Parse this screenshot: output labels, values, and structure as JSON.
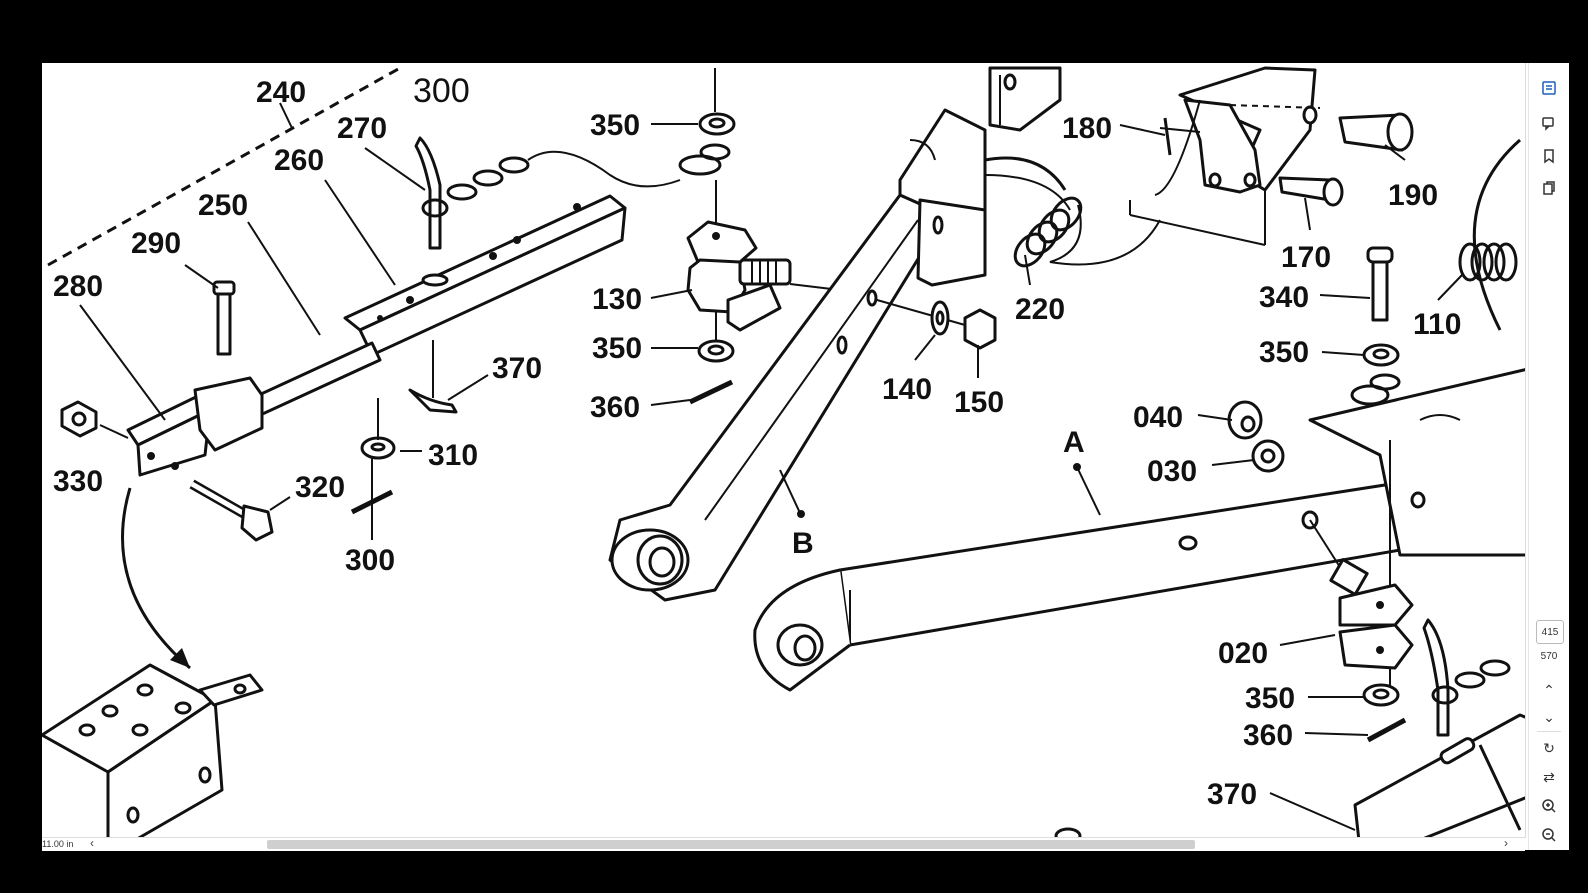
{
  "diagram": {
    "callouts": [
      "240",
      "300",
      "270",
      "260",
      "250",
      "290",
      "280",
      "330",
      "320",
      "310",
      "300",
      "370",
      "350",
      "130",
      "350",
      "360",
      "180",
      "190",
      "170",
      "220",
      "140",
      "150",
      "B",
      "A",
      "040",
      "030",
      "340",
      "110",
      "350",
      "020",
      "350",
      "360",
      "370"
    ]
  },
  "status": {
    "page_size": "11.00 in"
  },
  "pager": {
    "current": "415",
    "total": "570"
  },
  "icons": {
    "sidebar": [
      "notes-icon",
      "comments-icon",
      "bookmarks-icon",
      "pages-icon"
    ],
    "nav": [
      "page-up-icon",
      "page-down-icon",
      "rotate-icon",
      "fit-width-icon",
      "zoom-in-icon",
      "zoom-out-icon"
    ]
  },
  "accent_color": "#1f5fbf"
}
